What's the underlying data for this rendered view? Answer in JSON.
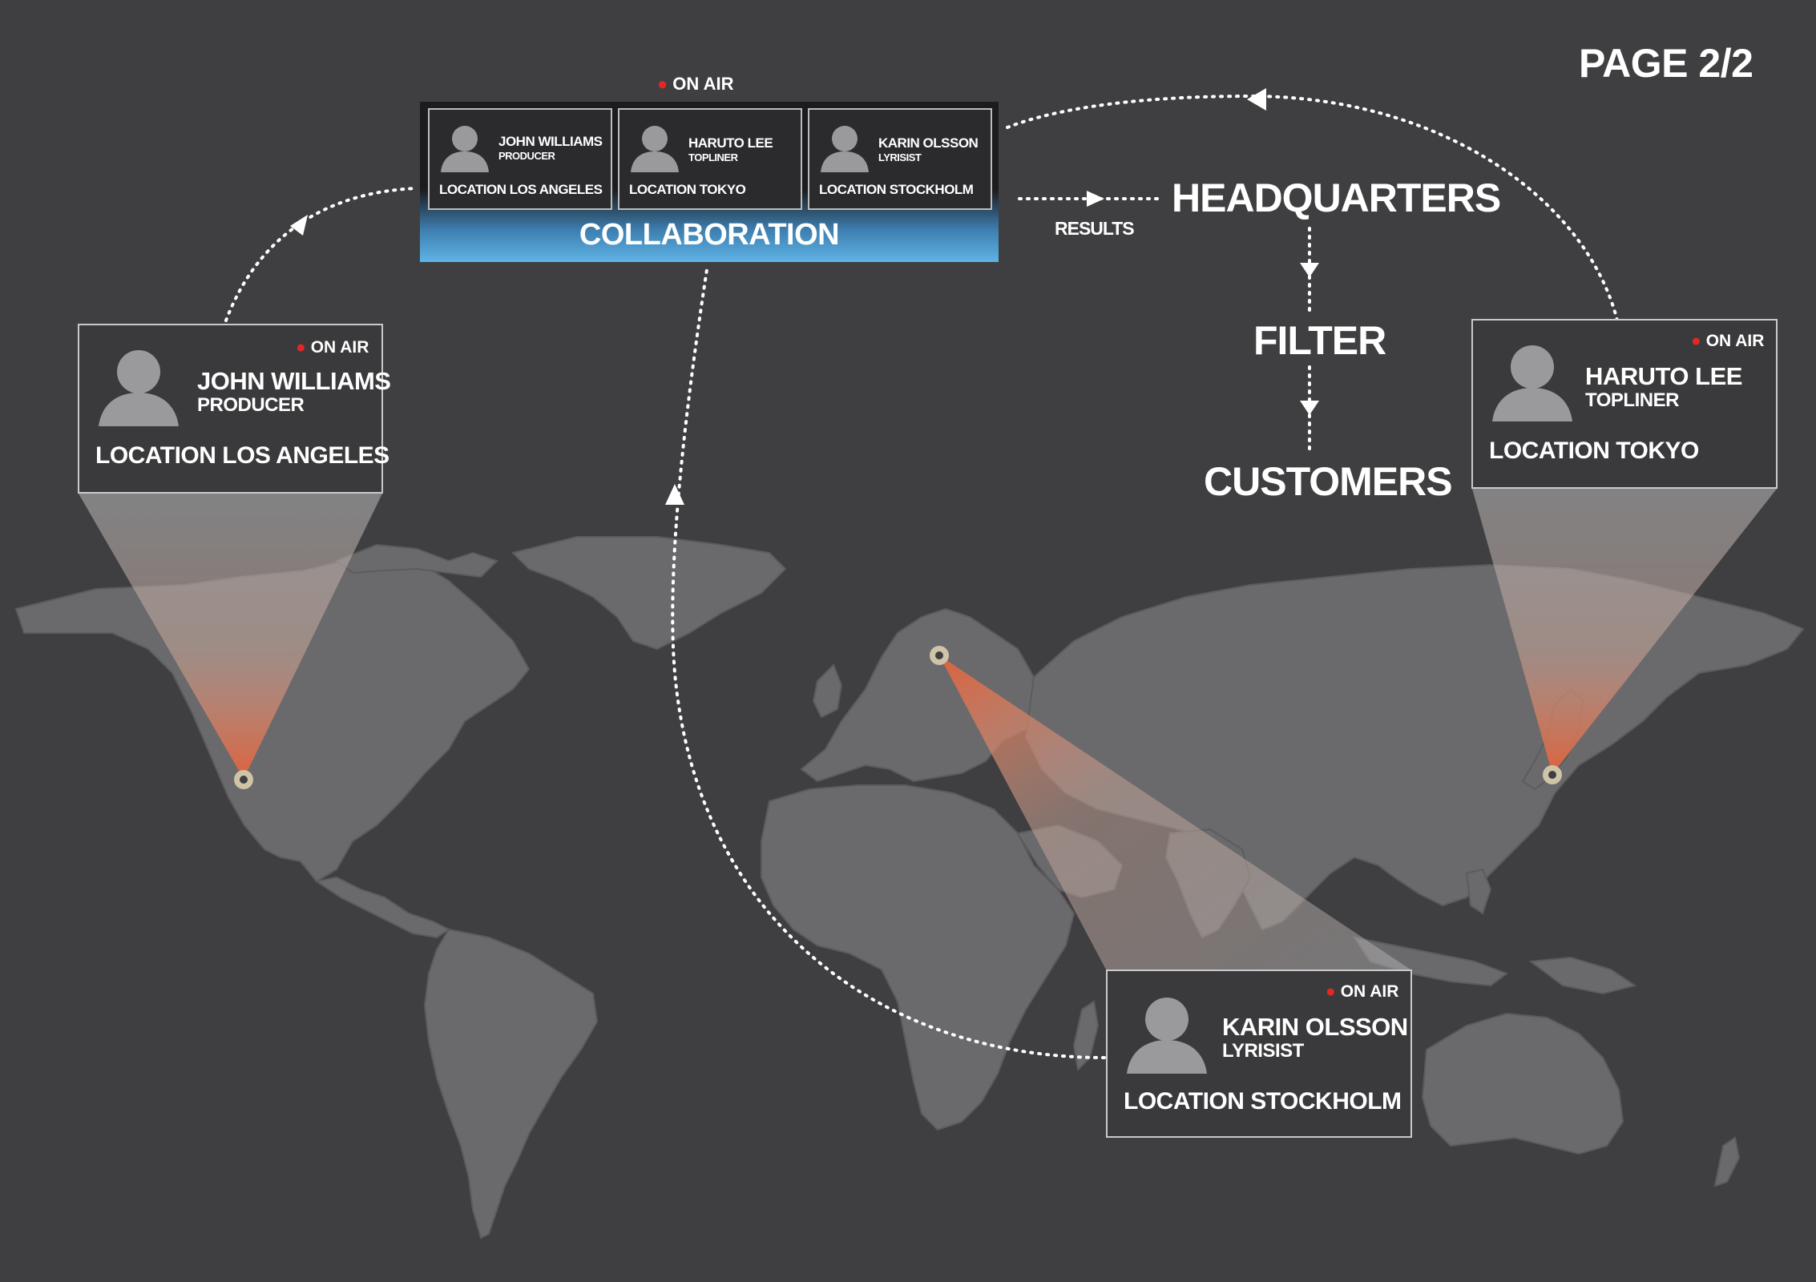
{
  "page_label": "PAGE 2/2",
  "status_label": "ON AIR",
  "colors": {
    "background": "#3f3f41",
    "land": "#6a6a6c",
    "beam": "#e2623a",
    "live_dot": "#e32626",
    "collab_gradient": "#5fb3e6",
    "marker": "#cfc3a8"
  },
  "collaboration": {
    "on_air": "ON AIR",
    "title": "COLLABORATION",
    "members": [
      {
        "name": "JOHN WILLIAMS",
        "role": "PRODUCER",
        "location": "LOCATION LOS ANGELES",
        "icon": "person-icon"
      },
      {
        "name": "HARUTO LEE",
        "role": "TOPLINER",
        "location": "LOCATION TOKYO",
        "icon": "person-icon"
      },
      {
        "name": "KARIN OLSSON",
        "role": "LYRISIST",
        "location": "LOCATION STOCKHOLM",
        "icon": "person-icon"
      }
    ]
  },
  "flow": {
    "results": "RESULTS",
    "steps": [
      "HEADQUARTERS",
      "FILTER",
      "CUSTOMERS"
    ]
  },
  "profiles": [
    {
      "id": "los-angeles",
      "on_air": "ON AIR",
      "name": "JOHN WILLIAMS",
      "role": "PRODUCER",
      "location": "LOCATION LOS ANGELES",
      "icon": "person-icon"
    },
    {
      "id": "tokyo",
      "on_air": "ON AIR",
      "name": "HARUTO LEE",
      "role": "TOPLINER",
      "location": "LOCATION TOKYO",
      "icon": "person-icon"
    },
    {
      "id": "stockholm",
      "on_air": "ON AIR",
      "name": "KARIN OLSSON",
      "role": "LYRISIST",
      "location": "LOCATION STOCKHOLM",
      "icon": "person-icon"
    }
  ]
}
